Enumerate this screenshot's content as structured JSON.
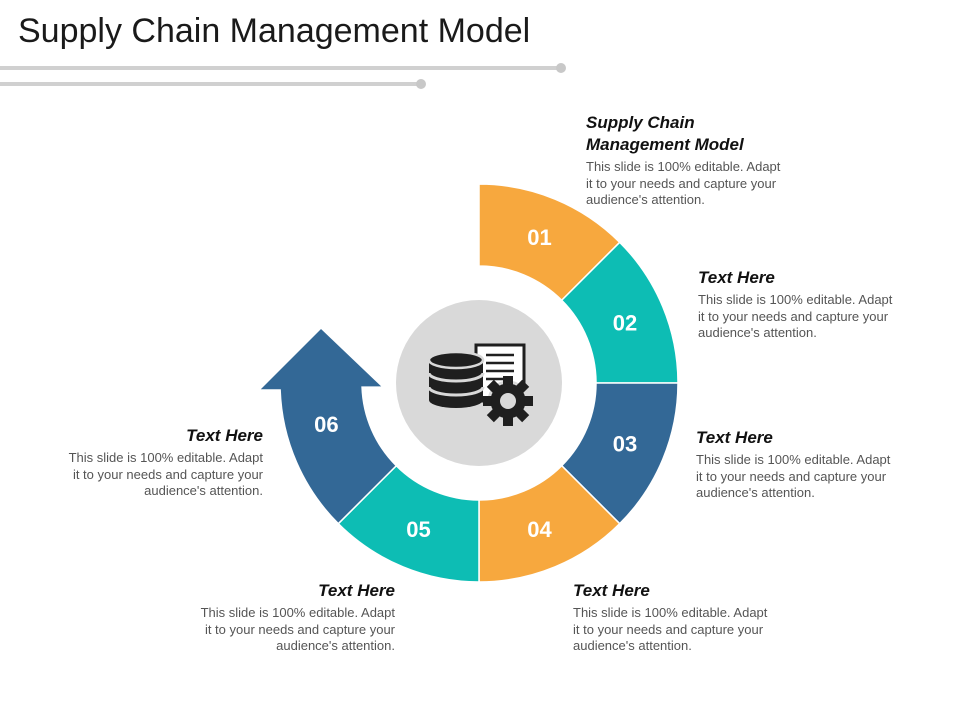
{
  "slide": {
    "title": "Supply Chain Management Model"
  },
  "cycle": {
    "center_icon": "database-gear-document-icon",
    "segments": [
      {
        "number": "01",
        "color": "#F7A83E"
      },
      {
        "number": "02",
        "color": "#0DBDB4"
      },
      {
        "number": "03",
        "color": "#336896"
      },
      {
        "number": "04",
        "color": "#F7A83E"
      },
      {
        "number": "05",
        "color": "#0DBDB4"
      },
      {
        "number": "06",
        "color": "#336896"
      }
    ]
  },
  "callouts": {
    "c01": {
      "heading_line1": "Supply Chain",
      "heading_line2": "Management Model",
      "body_line1": "This slide is 100% editable. Adapt",
      "body_line2": "it to your needs and capture your",
      "body_line3": "audience's attention."
    },
    "c02": {
      "heading": "Text Here",
      "body_line1": "This slide is 100% editable. Adapt",
      "body_line2": "it to your needs and capture your",
      "body_line3": "audience's attention."
    },
    "c03": {
      "heading": "Text Here",
      "body_line1": "This slide is 100% editable. Adapt",
      "body_line2": "it to your needs and capture your",
      "body_line3": "audience's attention."
    },
    "c04": {
      "heading": "Text Here",
      "body_line1": "This slide is 100% editable. Adapt",
      "body_line2": "it to your needs and capture your",
      "body_line3": "audience's attention."
    },
    "c05": {
      "heading": "Text Here",
      "body_line1": "This slide is 100% editable. Adapt",
      "body_line2": "it to your needs and capture your",
      "body_line3": "audience's attention."
    },
    "c06": {
      "heading": "Text Here",
      "body_line1": "This slide is 100% editable. Adapt",
      "body_line2": "it to your needs and capture your",
      "body_line3": "audience's attention."
    }
  },
  "colors": {
    "orange": "#F7A83E",
    "teal": "#0DBDB4",
    "blue": "#336896",
    "center_circle": "#D9D9D9",
    "icon": "#1f1f1f",
    "decor_line": "#D0D0D0"
  }
}
